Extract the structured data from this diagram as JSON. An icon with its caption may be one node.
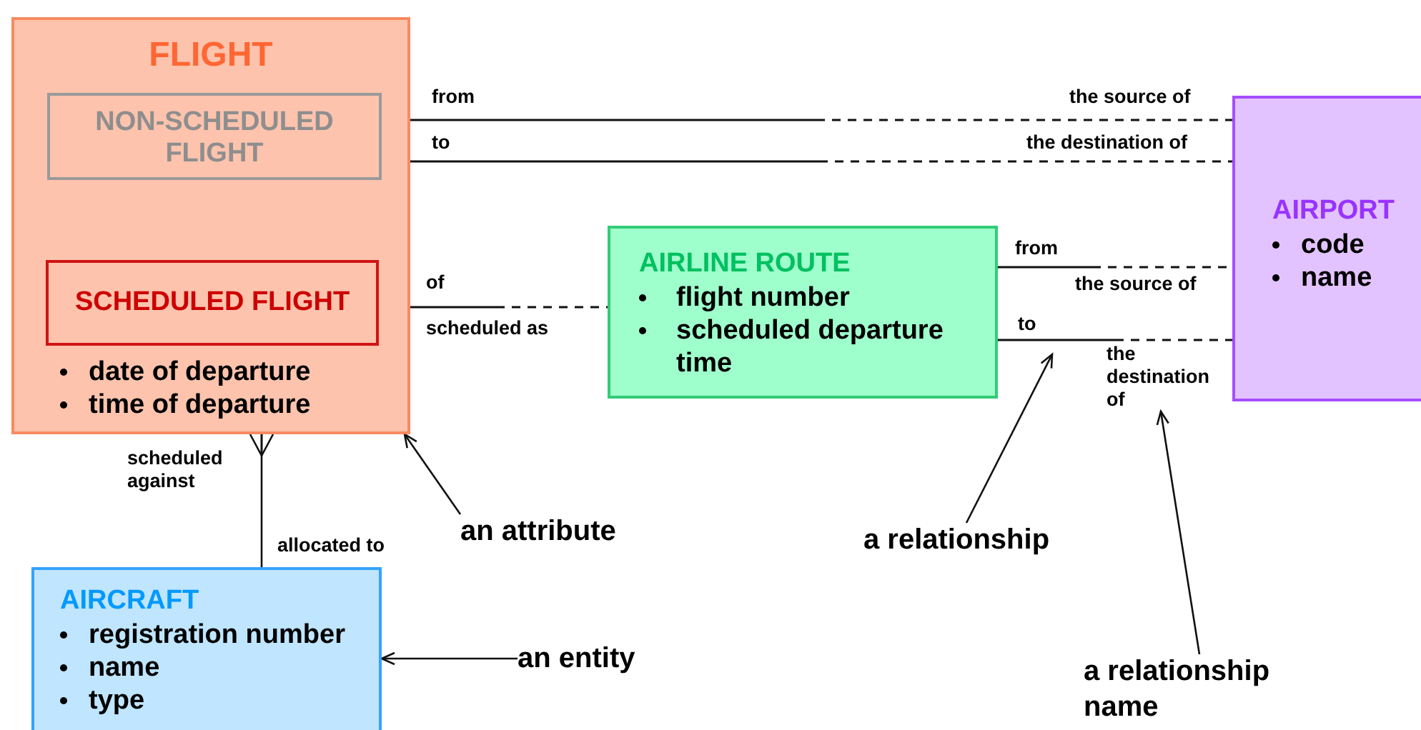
{
  "diagram": {
    "nodes": [
      {
        "text": [
          "FLIGHT"
        ]
      },
      {
        "text": [
          "NON-SCHEDULED FLIGHT"
        ],
        "in": 0
      },
      {
        "text": [
          "SCHEDULED FLIGHT"
        ],
        "in": 0,
        "beside": [
          "date of departure",
          "time of departure"
        ]
      },
      {
        "text": [
          "AIRLINE ROUTE",
          "flight number",
          "scheduled departure time"
        ]
      },
      {
        "text": [
          "AIRPORT",
          "code",
          "name"
        ]
      },
      {
        "text": [
          "AIRCRAFT",
          "registration number",
          "name",
          "type"
        ]
      },
      {
        "text": [
          "an attribute"
        ]
      },
      {
        "text": [
          "an entity"
        ]
      },
      {
        "text": [
          "a relationship"
        ]
      },
      {
        "text": [
          "a relationship name"
        ]
      },
      {
        "text": [
          "the destination of"
        ]
      }
    ],
    "edges": [
      {
        "from": 0,
        "to": 4,
        "arrow": "none",
        "style": "dashed"
      },
      {
        "from": 0,
        "to": 4,
        "arrow": "none",
        "style": "dashed"
      },
      {
        "from": 0,
        "to": 3,
        "arrow": "none",
        "style": "dashed"
      },
      {
        "from": 3,
        "to": 4,
        "arrow": "none",
        "style": "dashed"
      },
      {
        "from": 3,
        "to": 4,
        "arrow": "none",
        "style": "dashed"
      },
      {
        "from": 5,
        "to": 0,
        "arrow": "other"
      },
      {
        "from": 6,
        "to": 0,
        "arrow": "to"
      },
      {
        "from": 7,
        "to": 5,
        "arrow": "to"
      },
      {
        "from": 8,
        "to": null,
        "arrow": "to"
      },
      {
        "from": 9,
        "to": 10,
        "arrow": "to"
      }
    ],
    "labels": [
      "from",
      "the source of",
      "to",
      "the destination of",
      "of",
      "scheduled as",
      "from",
      "the source of",
      "to",
      "scheduled against",
      "allocated to"
    ]
  }
}
